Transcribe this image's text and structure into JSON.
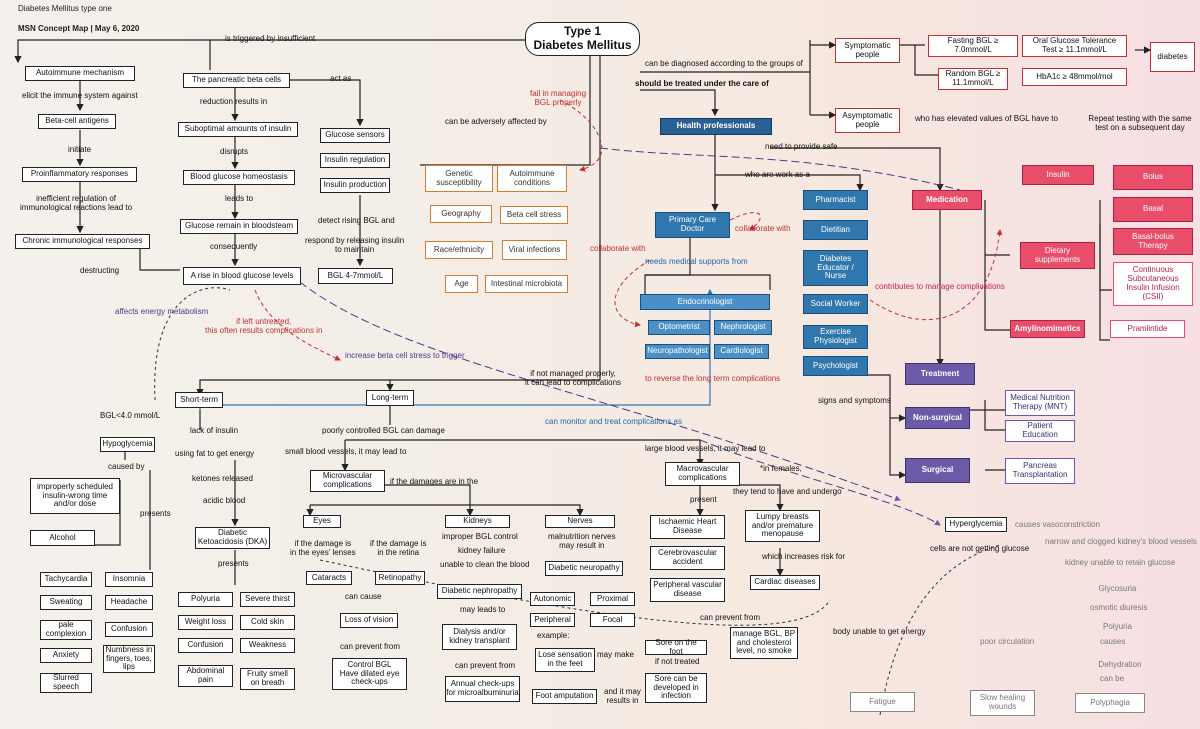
{
  "header": {
    "line1": "Diabetes Mellitus type one",
    "line2": "MSN Concept Map | May 6, 2020"
  },
  "title": "Type 1\nDiabetes Mellitus",
  "links": {
    "triggered": "is triggered by insufficient",
    "diagnosed": "can be diagnosed according to the groups of",
    "treated": "should be treated under the care of",
    "affected": "can be adversely affected by",
    "fail": "fail in managing\nBGL properly",
    "need_safe": "need to provide safe",
    "work_as": "who are work as a",
    "collab": "collaborate with",
    "collab2": "collaborate with",
    "needs_med": "needs medical supports from",
    "contributes": "contributes to manage complications",
    "reverse": "to reverse the long term complications",
    "monitor": "can monitor and treat complications as",
    "not_managed": "if not managed properly,\nit can lead to complications",
    "signs": "signs and symptoms",
    "elevated": "who has elevated values of BGL have to",
    "act_as": "act as",
    "reduction": "reduction results in",
    "disrupts": "disrupts",
    "leads_to": "leads to",
    "consequently": "consequently",
    "detect": "detect rising BGL and",
    "respond": "respond by releasing insulin\nto maintain",
    "elicit": "elicit the immune system against",
    "initiate": "initiate",
    "inefficient": "inefficient regulation of\nimmunological reactions lead to",
    "destructing": "destructing",
    "affects_energy": "affects energy metabolism",
    "untreated": "if left untreated,\nthis often results complications in",
    "stress": "increase beta cell stress to trigger",
    "bgl_low": "BGL<4.0 mmol/L",
    "caused_by": "caused by",
    "presents": "presents",
    "lack": "lack of insulin",
    "using_fat": "using fat to get energy",
    "ketones": "ketones released",
    "acidic": "acidic blood",
    "presents2": "presents",
    "poor_bgl": "poorly controlled BGL can damage",
    "small": "small blood vessels, it may lead to",
    "large": "large blood vessels, it may lead to",
    "damages": "if the damages are in the",
    "eyes_lens": "if the damage is\nin the eyes' lenses",
    "retina": "if the damage is\nin the retina",
    "cause": "can cause",
    "prevent1": "can prevent from",
    "improper": "improper BGL control",
    "kidney_fail": "kidney failure",
    "unable_clean": "unable to clean the blood",
    "may_lead": "may leads to",
    "prevent2": "can prevent from",
    "malnutrition": "malnutrition nerves\nmay result in",
    "example": "example:",
    "may_make": "may make",
    "not_treated": "if not treated",
    "may_results": "and it may\nresults in",
    "females": "*in females,",
    "tend": "they tend to have and undergo",
    "present": "present",
    "increases": "which increases risk for",
    "prevent3": "can prevent from",
    "vaso": "causes vasoconstriction",
    "narrow": "narrow and clogged kidney's blood vessels",
    "unable_retain": "kidney unable to retain glucose",
    "cells_not": "cells are not getting glucose",
    "body_unable": "body unable to get energy",
    "poor_circ": "poor circulation",
    "osmotic": "osmotic diuresis",
    "causes": "causes",
    "can_be": "can be"
  },
  "nodes": {
    "autoimmune": "Autoimmune mechanism",
    "beta_antigens": "Beta-cell antigens",
    "proinflam": "Proinflammatory responses",
    "chronic": "Chronic immunological responses",
    "pancreatic": "The pancreatic beta cells",
    "suboptimal": "Suboptimal amounts of insulin",
    "homeostasis": "Blood glucose homeostasis",
    "glucose_remain": "Glucose remain in bloodsteam",
    "rise": "A rise in blood glucose levels",
    "sensors": "Glucose sensors",
    "regulation": "Insulin regulation",
    "production": "Insulin production",
    "bgl_range": "BGL 4-7mmol/L",
    "genetic": "Genetic\nsusceptibility",
    "autoimm_cond": "Autoimmune\nconditions",
    "geography": "Geography",
    "beta_stress": "Beta cell stress",
    "race": "Race/ethnicity",
    "viral": "Viral infections",
    "age": "Age",
    "microbiota": "Intestinal microbiota",
    "health_prof": "Health professionals",
    "primary_care": "Primary Care\nDoctor",
    "endo": "Endocrinologist",
    "opto": "Optometrist",
    "nephro": "Nephrologist",
    "neuro": "Neuropathologist",
    "cardio": "Cardiologist",
    "pharm": "Pharmacist",
    "dietitian": "Dietitian",
    "educator": "Diabetes\nEducator /\nNurse",
    "social": "Social Worker",
    "exercise": "Exercise\nPhysiologist",
    "psych": "Psychologist",
    "symptomatic": "Symptomatic\npeople",
    "asymptomatic": "Asymptomatic\npeople",
    "fasting": "Fasting BGL ≥\n7.0mmol/L",
    "random": "Random BGL ≥\n11.1mmol/L",
    "ogtt": "Oral Glucose Tolerance\nTest ≥ 11.1mmol/L",
    "hba1c": "HbA1c ≥ 48mmol/mol",
    "diabetes": "diabetes",
    "repeat": "Repeat testing with the same\ntest on a subsequent day",
    "medication": "Medication",
    "insulin": "Insulin",
    "bolus": "Bolus",
    "basal": "Basal",
    "basal_bolus": "Basal-bolus\nTherapy",
    "csii": "Continuous\nSubcutaneous\nInsulin Infusion\n(CSII)",
    "dietary": "Dietary\nsupplements",
    "amylin": "Amylinomimetics",
    "pramlintide": "Pramlintide",
    "treatment": "Treatment",
    "nonsurgical": "Non-surgical",
    "surgical": "Surgical",
    "mnt": "Medical Nutrition\nTherapy (MNT)",
    "education": "Patient\nEducation",
    "pancreas_tx": "Pancreas\nTransplantation",
    "short": "Short-term",
    "long": "Long-term",
    "hypo": "Hypoglycemia",
    "improper_sched": "improperly scheduled\ninsulin-wrong time\nand/or dose",
    "alcohol": "Alcohol",
    "tachy": "Tachycardia",
    "insomnia": "Insomnia",
    "sweating": "Sweating",
    "headache": "Headache",
    "pale": "pale\ncomplexion",
    "confusion1": "Confusion",
    "anxiety": "Anxiety",
    "numbness": "Numbness in\nfingers, toes,\nlips",
    "slurred": "Slurred\nspeech",
    "dka": "Diabetic\nKetoacidosis (DKA)",
    "polyuria1": "Polyuria",
    "thirst": "Severe thirst",
    "weightloss": "Weight loss",
    "coldskin": "Cold skin",
    "confusion2": "Confusion",
    "weakness": "Weakness",
    "abdominal": "Abdominal\npain",
    "fruity": "Fruity smell\non breath",
    "micro": "Microvascular\ncomplications",
    "eyes": "Eyes",
    "kidneys": "Kidneys",
    "nerves": "Nerves",
    "cataracts": "Cataracts",
    "retinopathy": "Retinopathy",
    "vision": "Loss of vision",
    "control_bgl": "Control BGL\nHave dilated eye\ncheck-ups",
    "nephropathy": "Diabetic nephropathy",
    "dialysis": "Dialysis and/or\nkidney transplant",
    "checkups": "Annual check-ups\nfor microalbuminuria",
    "neuropathy": "Diabetic neuropathy",
    "autonomic": "Autonomic",
    "proximal": "Proximal",
    "peripheral": "Peripheral",
    "focal": "Focal",
    "lose_sensation": "Lose sensation\nin the feet",
    "sore_foot": "Sore on the foot",
    "sore_infection": "Sore can be\ndeveloped in\ninfection",
    "amputation": "Foot amputation",
    "macro": "Macrovascular\ncomplications",
    "ihd": "Ischaemic Heart\nDisease",
    "cva": "Cerebrovascular\naccident",
    "pvd": "Peripheral vascular\ndisease",
    "lumpy": "Lumpy breasts\nand/or premature\nmenopause",
    "cardiac": "Cardiac diseases",
    "manage": "manage BGL, BP\nand cholesterol\nlevel, no smoke",
    "hyperglycemia": "Hyperglycemia",
    "glycosuria": "Glycosuria",
    "polyuria2": "Polyuria",
    "dehydration": "Dehydration",
    "fatigue": "Fatigue",
    "slow_heal": "Slow healing\nwounds",
    "polyphagia": "Polyphagia"
  },
  "colors": {
    "orange": "#d77b2c",
    "blue": "#2f77ad",
    "rose": "#e84d6a",
    "purple": "#6b5aa8",
    "red": "#c23030"
  }
}
